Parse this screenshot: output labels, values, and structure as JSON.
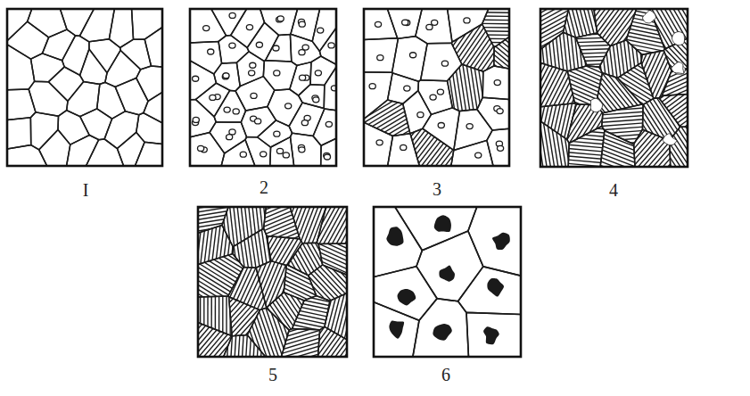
{
  "diagram": {
    "labels": [
      "I",
      "2",
      "3",
      "4",
      "5",
      "6"
    ]
  }
}
